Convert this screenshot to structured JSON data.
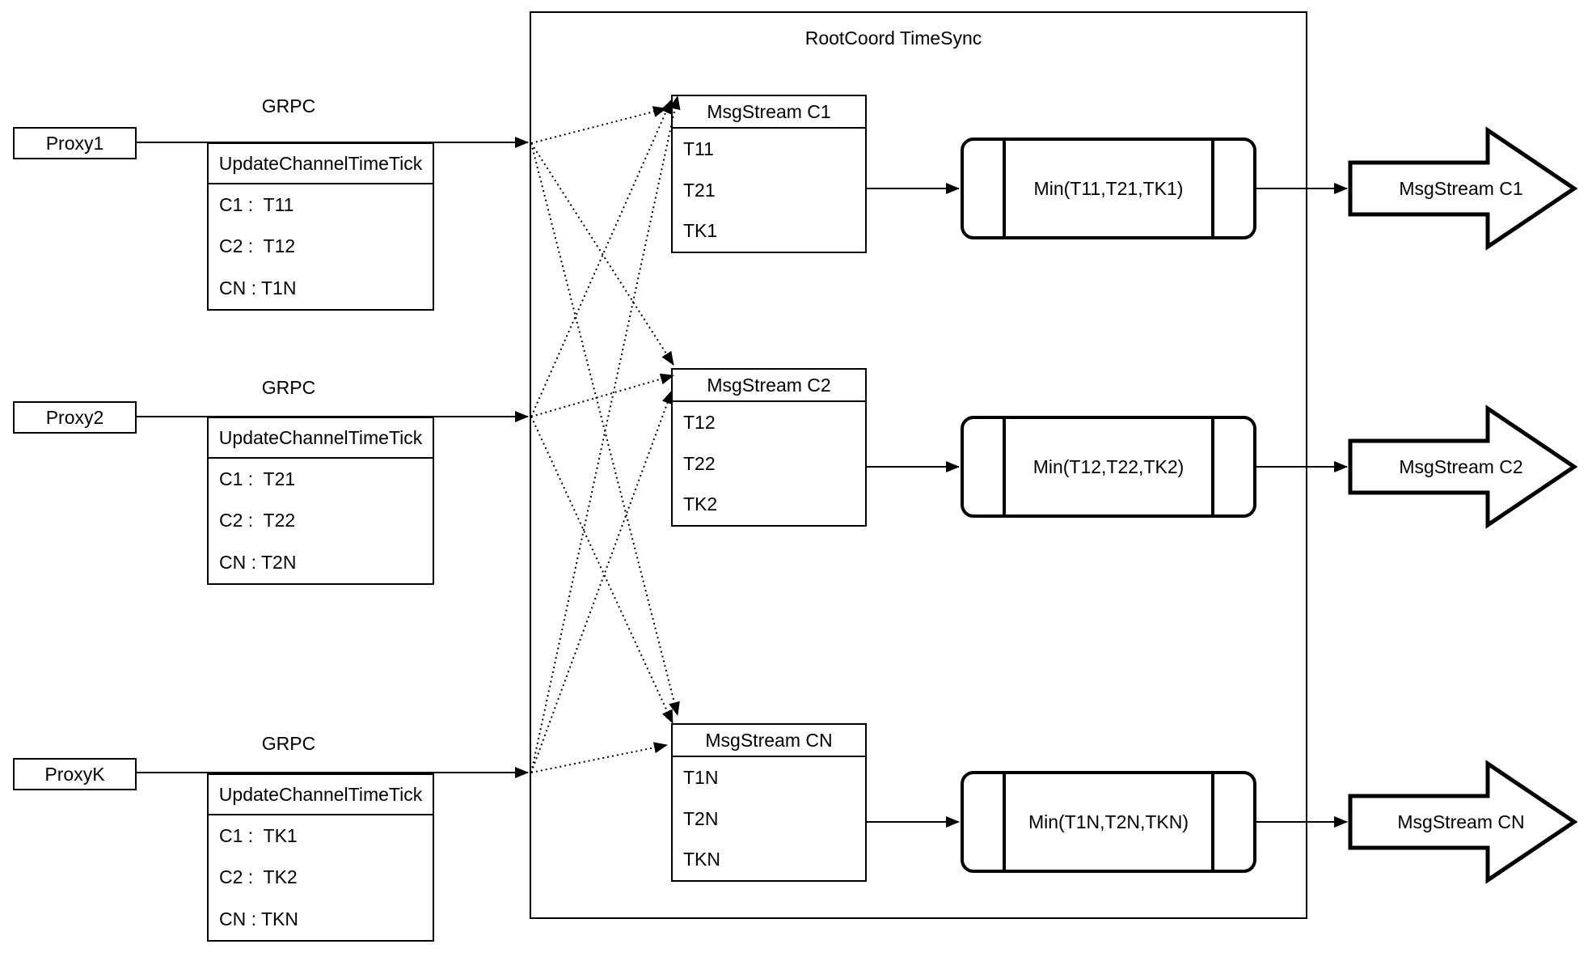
{
  "diagram": {
    "rootcoord_title": "RootCoord TimeSync",
    "colors": {
      "stroke": "#000000",
      "background": "#ffffff"
    },
    "proxies": [
      {
        "name": "Proxy1",
        "grpc_label": "GRPC",
        "table_header": "UpdateChannelTimeTick",
        "rows": [
          "C1 :  T11",
          "C2 :  T12",
          "CN : T1N"
        ]
      },
      {
        "name": "Proxy2",
        "grpc_label": "GRPC",
        "table_header": "UpdateChannelTimeTick",
        "rows": [
          "C1 :  T21",
          "C2 :  T22",
          "CN : T2N"
        ]
      },
      {
        "name": "ProxyK",
        "grpc_label": "GRPC",
        "table_header": "UpdateChannelTimeTick",
        "rows": [
          "C1 :  TK1",
          "C2 :  TK2",
          "CN : TKN"
        ]
      }
    ],
    "streams": [
      {
        "header": "MsgStream C1",
        "ticks": [
          "T11",
          "T21",
          "TK1"
        ],
        "min": "Min(T11,T21,TK1)",
        "output": "MsgStream C1"
      },
      {
        "header": "MsgStream C2",
        "ticks": [
          "T12",
          "T22",
          "TK2"
        ],
        "min": "Min(T12,T22,TK2)",
        "output": "MsgStream C2"
      },
      {
        "header": "MsgStream CN",
        "ticks": [
          "T1N",
          "T2N",
          "TKN"
        ],
        "min": "Min(T1N,T2N,TKN)",
        "output": "MsgStream CN"
      }
    ]
  }
}
